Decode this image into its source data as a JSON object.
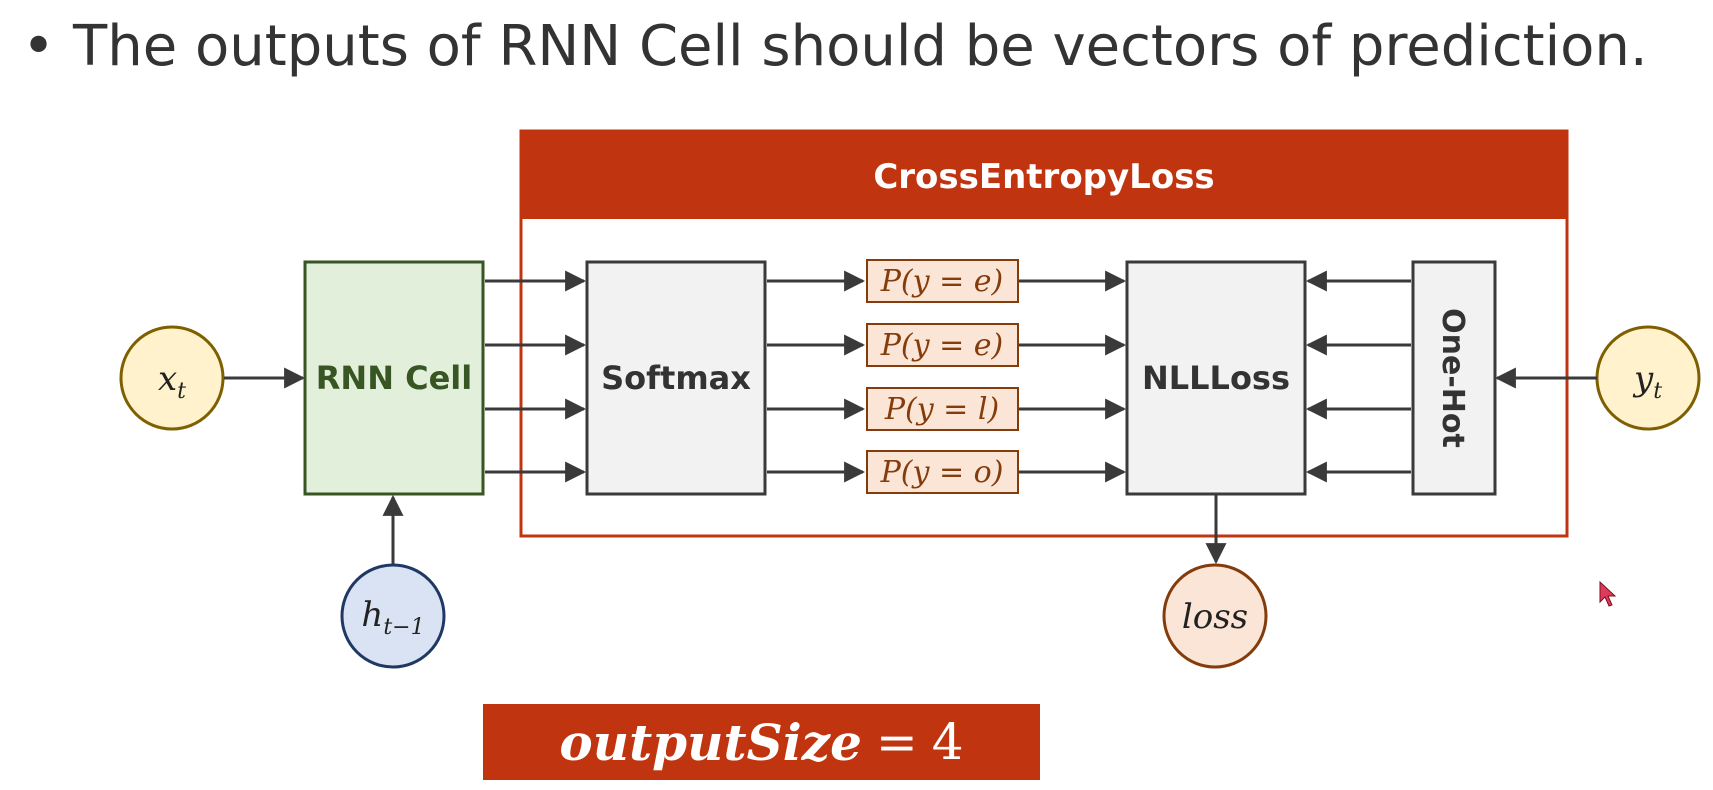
{
  "slide": {
    "bullet": "•",
    "title": "The outputs of RNN Cell should be vectors of prediction."
  },
  "diagram": {
    "cross_entropy_label": "CrossEntropyLoss",
    "input_node": "x",
    "input_sub": "t",
    "hidden_node": "h",
    "hidden_sub": "t−1",
    "target_node": "y",
    "target_sub": "t",
    "rnn_cell_label": "RNN Cell",
    "softmax_label": "Softmax",
    "nllloss_label": "NLLLoss",
    "onehot_label": "One-Hot",
    "loss_node": "loss",
    "predictions": [
      "P(y = e)",
      "P(y = e)",
      "P(y = l)",
      "P(y = o)"
    ]
  },
  "output_size": {
    "name": "outputSize",
    "equals": "=",
    "value": "4"
  },
  "colors": {
    "accent_red": "#c0350f",
    "rnn_fill": "#e2efda",
    "rnn_stroke": "#375623",
    "box_fill": "#f2f2f2",
    "box_stroke": "#3a3a3a",
    "pred_fill": "#fbe5d6",
    "pred_stroke": "#843c0c",
    "input_fill": "#fff2cc",
    "input_stroke": "#7f6000",
    "hidden_fill": "#dae3f3",
    "hidden_stroke": "#1f3864",
    "loss_fill": "#fbe5d6",
    "loss_stroke": "#843c0c"
  }
}
